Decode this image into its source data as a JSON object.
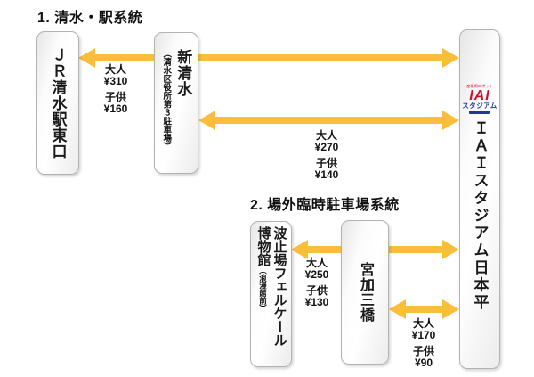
{
  "sections": [
    {
      "title": "1. 清水・駅系統"
    },
    {
      "title": "2. 場外臨時駐車場系統"
    }
  ],
  "stops": {
    "jr": "ＪＲ清水駅東口",
    "shin_main": "新清水",
    "shin_note": "（清水区役所第３駐車場）",
    "iai": "ＩＡＩスタジアム日本平",
    "museum_line1": "波止場フェルケール",
    "museum_line2": "博物館",
    "museum_note": "（浪漫館前）",
    "miyakami": "宮加三橋"
  },
  "logo": {
    "tagline": "産業用ロボット",
    "brand": "IAI",
    "sub": "スタジアム"
  },
  "fares": [
    {
      "adult_label": "大人",
      "adult": "¥310",
      "child_label": "子供",
      "child": "¥160"
    },
    {
      "adult_label": "大人",
      "adult": "¥270",
      "child_label": "子供",
      "child": "¥140"
    },
    {
      "adult_label": "大人",
      "adult": "¥250",
      "child_label": "子供",
      "child": "¥130"
    },
    {
      "adult_label": "大人",
      "adult": "¥170",
      "child_label": "子供",
      "child": "¥90"
    }
  ],
  "colors": {
    "arrow": "#FBBE3C",
    "logo_red": "#CE1126",
    "logo_blue": "#22398C",
    "box_border": "#B3B3B3"
  }
}
